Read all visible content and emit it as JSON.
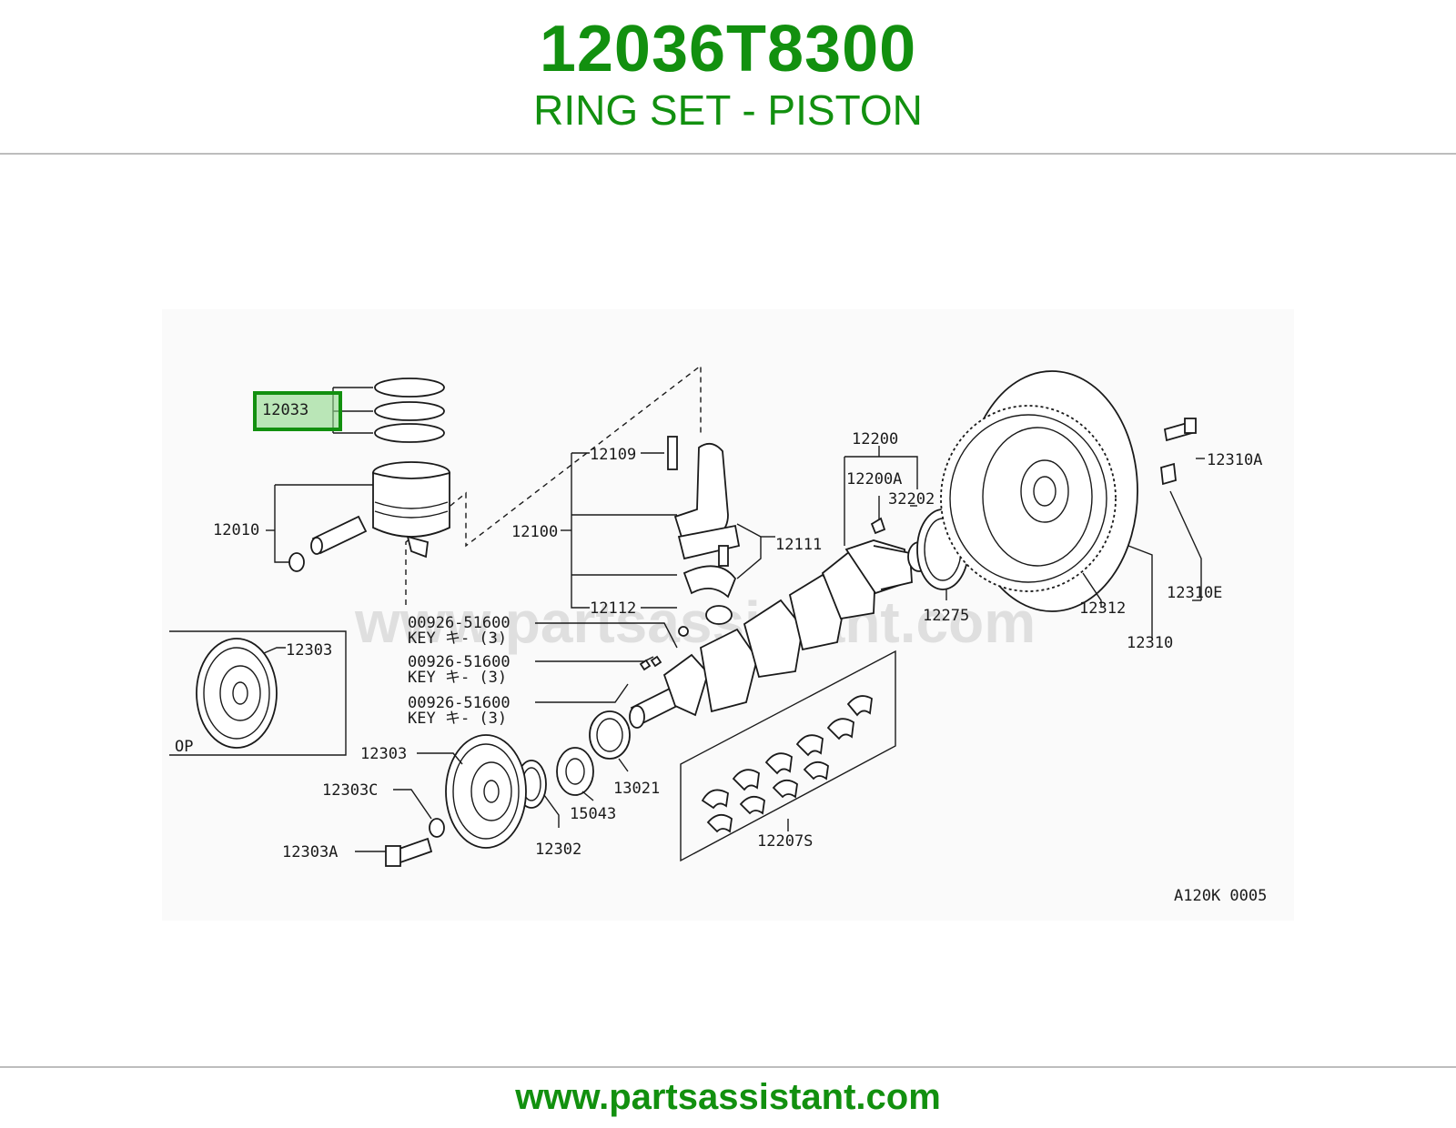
{
  "header": {
    "part_number": "12036T8300",
    "part_name": "RING SET - PISTON"
  },
  "footer": {
    "url": "www.partsassistant.com"
  },
  "diagram": {
    "watermark": "www.partsassistant.com",
    "code": "A120K 0005",
    "highlight_color": "#12900f",
    "labels": {
      "p12033": "12033",
      "p12010": "12010",
      "p12109": "12109",
      "p12100": "12100",
      "p12111": "12111",
      "p12112": "12112",
      "p12200": "12200",
      "p12200a": "12200A",
      "p32202": "32202",
      "p12275": "12275",
      "p12310a": "12310A",
      "p12310e": "12310E",
      "p12312": "12312",
      "p12310": "12310",
      "p12303_inset": "12303",
      "op": "OP",
      "key1_num": "00926-51600",
      "key1_desc": "KEY キ-  (3)",
      "key2_num": "00926-51600",
      "key2_desc": "KEY キ-  (3)",
      "key3_num": "00926-51600",
      "key3_desc": "KEY キ-  (3)",
      "p12303": "12303",
      "p12303c": "12303C",
      "p12303a": "12303A",
      "p12302": "12302",
      "p15043": "15043",
      "p13021": "13021",
      "p12207s": "12207S"
    }
  }
}
